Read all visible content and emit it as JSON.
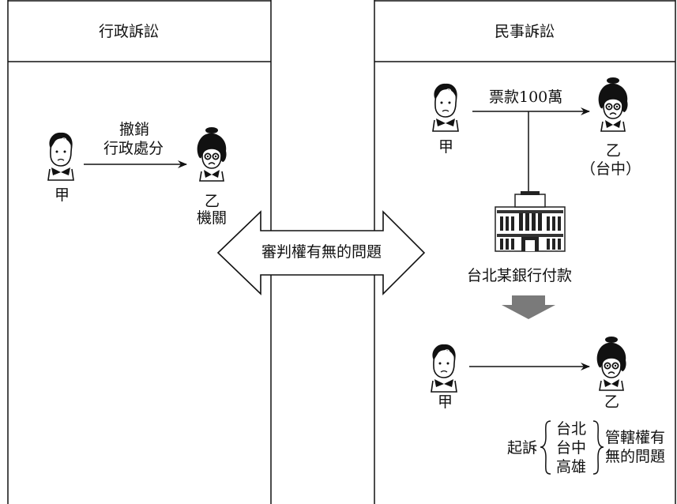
{
  "left_panel": {
    "title": "行政訴訟",
    "plaintiff": "甲",
    "action_line1": "撤銷",
    "action_line2": "行政處分",
    "defendant_line1": "乙",
    "defendant_line2": "機關"
  },
  "center": {
    "arrow_label": "審判權有無的問題"
  },
  "right_panel": {
    "title": "民事訴訟",
    "top_plaintiff": "甲",
    "top_amount": "票款100萬",
    "top_defendant_line1": "乙",
    "top_defendant_line2": "（台中）",
    "bank_label": "台北某銀行付款",
    "bottom_plaintiff": "甲",
    "bottom_defendant": "乙",
    "sue_label": "起訴",
    "courts": [
      "台北",
      "台中",
      "高雄"
    ],
    "issue_line1": "管轄權有",
    "issue_line2": "無的問題"
  },
  "colors": {
    "line": "#111111",
    "down_arrow": "#7a7a7a",
    "building": "#333333"
  },
  "icons": {
    "person_a": "man-figure-icon",
    "person_b": "woman-figure-icon",
    "building": "bank-building-icon"
  }
}
